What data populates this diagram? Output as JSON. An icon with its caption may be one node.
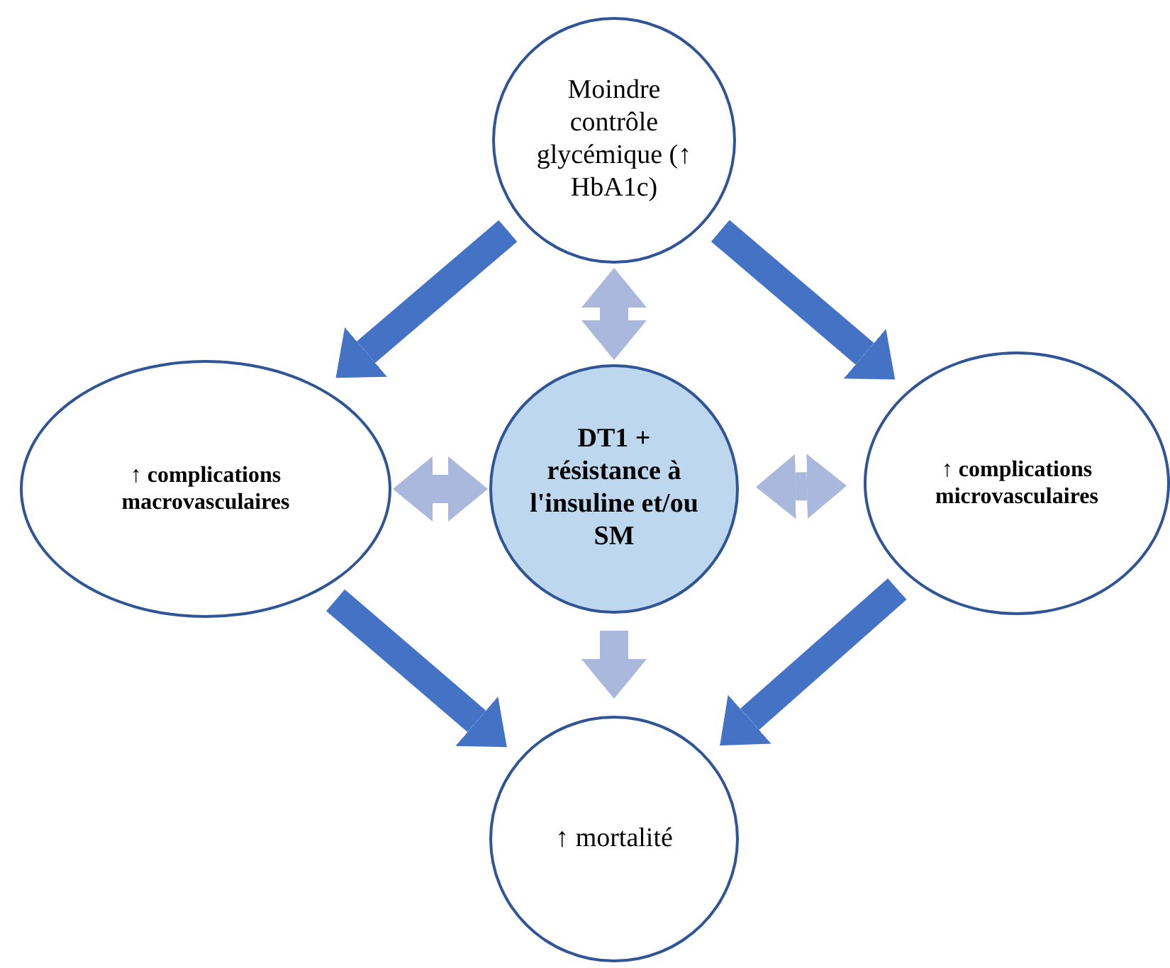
{
  "diagram": {
    "nodes": [
      {
        "text": [
          "Moindre contrôle glycémique (↑ HbA1c)"
        ]
      },
      {
        "text": [
          "↑ complications macrovasculaires"
        ]
      },
      {
        "text": [
          "DT1 + résistance à l'insuline et/ou SM"
        ]
      },
      {
        "text": [
          "↑ complications microvasculaires"
        ]
      },
      {
        "text": [
          "↑ mortalité"
        ]
      }
    ],
    "edges": [
      {
        "from": 0,
        "to": 1,
        "arrow": "to"
      },
      {
        "from": 0,
        "to": 3,
        "arrow": "to"
      },
      {
        "from": 2,
        "to": 0,
        "arrow": "both",
        "color": "#a9b8dc"
      },
      {
        "from": 2,
        "to": 1,
        "arrow": "both",
        "color": "#a9b8dc"
      },
      {
        "from": 2,
        "to": 3,
        "arrow": "both",
        "color": "#a9b8dc"
      },
      {
        "from": 2,
        "to": 4,
        "arrow": "to",
        "color": "#a9b8dc"
      },
      {
        "from": 1,
        "to": 4,
        "arrow": "to"
      },
      {
        "from": 3,
        "to": 4,
        "arrow": "to"
      }
    ]
  }
}
